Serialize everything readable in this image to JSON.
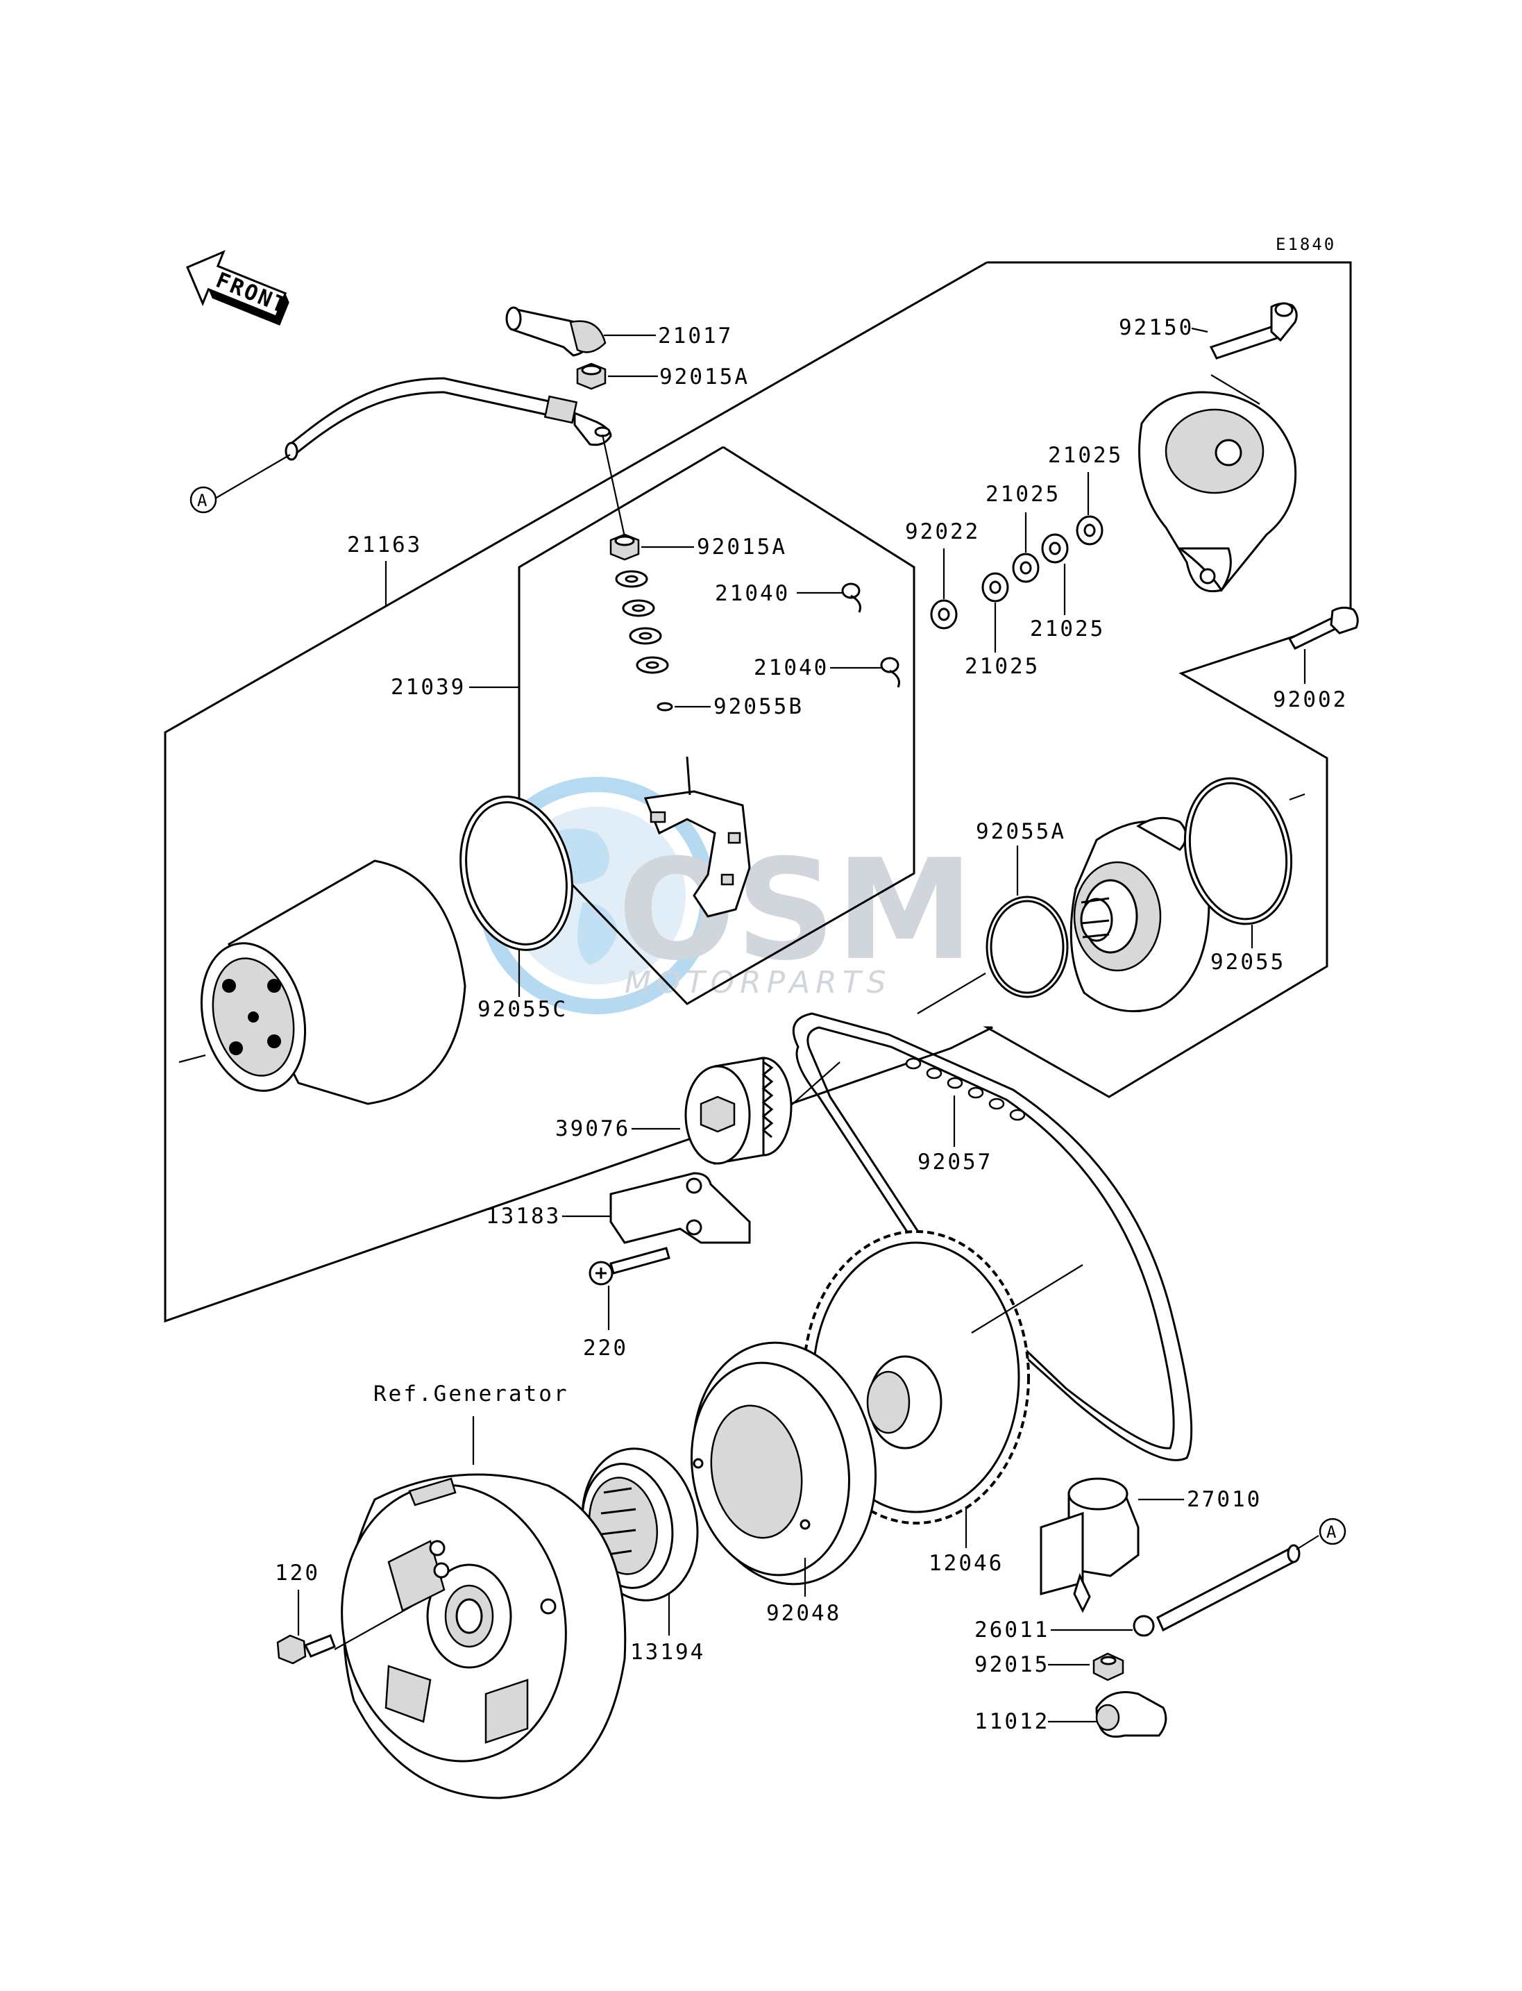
{
  "diagram_code": "E1840",
  "front_label": "FRONT",
  "reference_label": "Ref.Generator",
  "connector_marker": "A",
  "watermark": {
    "brand": "OSM",
    "sub": "MOTORPARTS"
  },
  "parts": {
    "p21017": "21017",
    "p92015A_top": "92015A",
    "p92015A_mid": "92015A",
    "p21163": "21163",
    "p21039": "21039",
    "p21040_a": "21040",
    "p21040_b": "21040",
    "p92055B": "92055B",
    "p92055C": "92055C",
    "p92150": "92150",
    "p21025_a": "21025",
    "p21025_b": "21025",
    "p21025_c": "21025",
    "p21025_d": "21025",
    "p92022": "92022",
    "p92002": "92002",
    "p92055A": "92055A",
    "p92055": "92055",
    "p39076": "39076",
    "p92057": "92057",
    "p13183": "13183",
    "p220": "220",
    "p12046": "12046",
    "p27010": "27010",
    "p120": "120",
    "p13194": "13194",
    "p92048": "92048",
    "p26011": "26011",
    "p92015": "92015",
    "p11012": "11012"
  }
}
